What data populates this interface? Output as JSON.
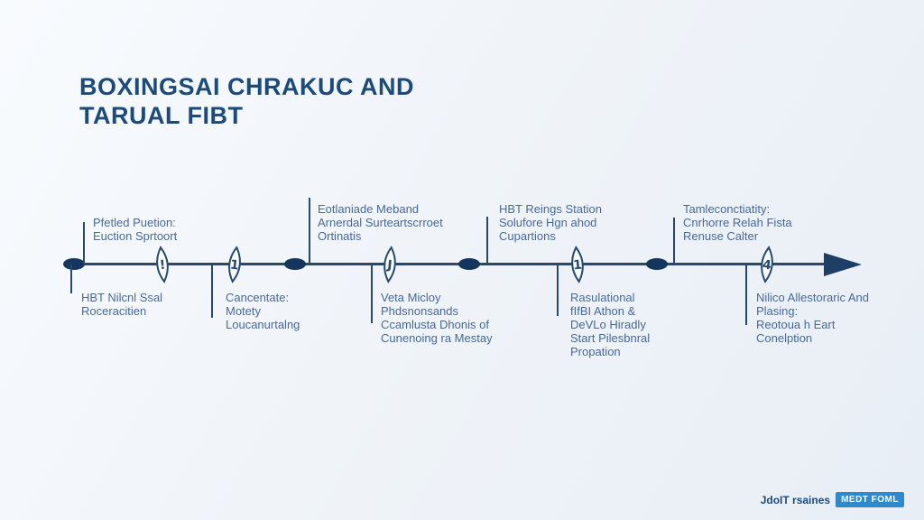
{
  "title": {
    "line1": "BOXINGSAI CHRAKUC AND",
    "line2": "TARUAL FIBT"
  },
  "timeline": {
    "top_labels": [
      {
        "lines": [
          "Pfetled Puetion:",
          "Euction Sprtoort"
        ]
      },
      {
        "lines": [
          "Eotlaniade Meband",
          "Arnerdal Surteartscrroet",
          "Ortinatis"
        ]
      },
      {
        "lines": [
          "HBT Reings Station",
          "Solufore Hgn ahod",
          "Cupartions"
        ]
      },
      {
        "lines": [
          "Tamleconctiatity:",
          "Cnrhorre Relah Fista",
          "Renuse Calter"
        ]
      }
    ],
    "bottom_labels": [
      {
        "lines": [
          "HBT Nilcnl Ssal",
          "Roceracitien"
        ]
      },
      {
        "lines": [
          "Cancentate:",
          "Motety",
          "Loucanurtalng"
        ]
      },
      {
        "lines": [
          "Veta Micloy",
          "Phdsnonsands",
          "Ccamlusta Dhonis of",
          "Cunenoing ra Mestay"
        ]
      },
      {
        "lines": [
          "Rasulational",
          "fIfBI Athon &",
          "DeVLo Hiradly",
          "Start Pilesbnral",
          "Propation"
        ]
      },
      {
        "lines": [
          "Nilico Allestoraric And",
          "Plasing:",
          "Reotoua h Eart",
          "Conelption"
        ]
      }
    ],
    "marker_glyphs": [
      "!",
      "1",
      "J",
      "1",
      "4"
    ]
  },
  "footer": {
    "credit": "JdoIT rsaines",
    "badge": "MEDT FOML"
  },
  "colors": {
    "title": "#1b4a7d",
    "label_text": "#47699a",
    "line": "#27496f",
    "node_fill": "#14365e",
    "badge_bg": "#3089cb",
    "badge_text": "#ffffff",
    "background": "#f0f4f9"
  }
}
